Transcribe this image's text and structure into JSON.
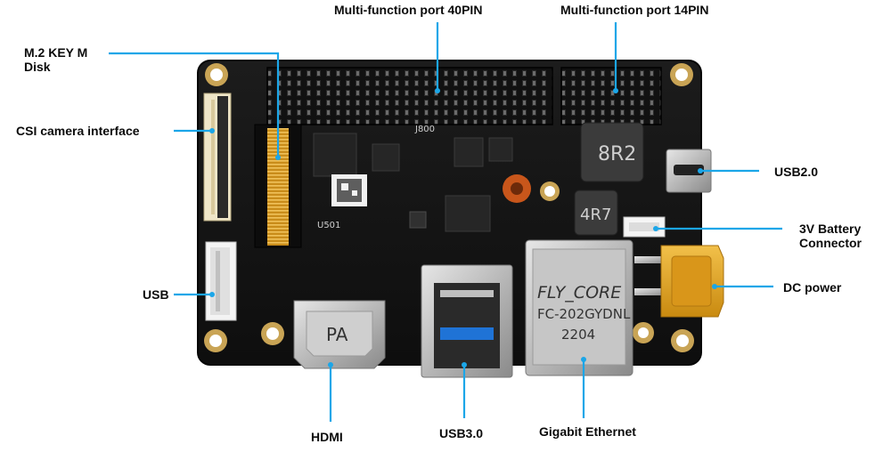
{
  "labels": {
    "top_left": "Multi-function port 40PIN",
    "top_right": "Multi-function port 14PIN",
    "m2_line1": "M.2 KEY M",
    "m2_line2": "Disk",
    "csi": "CSI camera interface",
    "usb_left": "USB",
    "usb2": "USB2.0",
    "battery_line1": "3V Battery",
    "battery_line2": "Connector",
    "dc_power": "DC power",
    "hdmi": "HDMI",
    "usb3": "USB3.0",
    "ethernet": "Gigabit Ethernet"
  },
  "board": {
    "eth_brand": "FLY_CORE",
    "eth_model": "FC-202GYDNL",
    "eth_code": "2204",
    "inductor_1": "8R2",
    "inductor_2": "4R7",
    "hdmi_mark": "PA",
    "silk_40pin": "J800",
    "silk_u501": "U501"
  },
  "colors": {
    "callout": "#1ba6e8",
    "board": "#141414",
    "connector_gold": "#e3a41c"
  }
}
